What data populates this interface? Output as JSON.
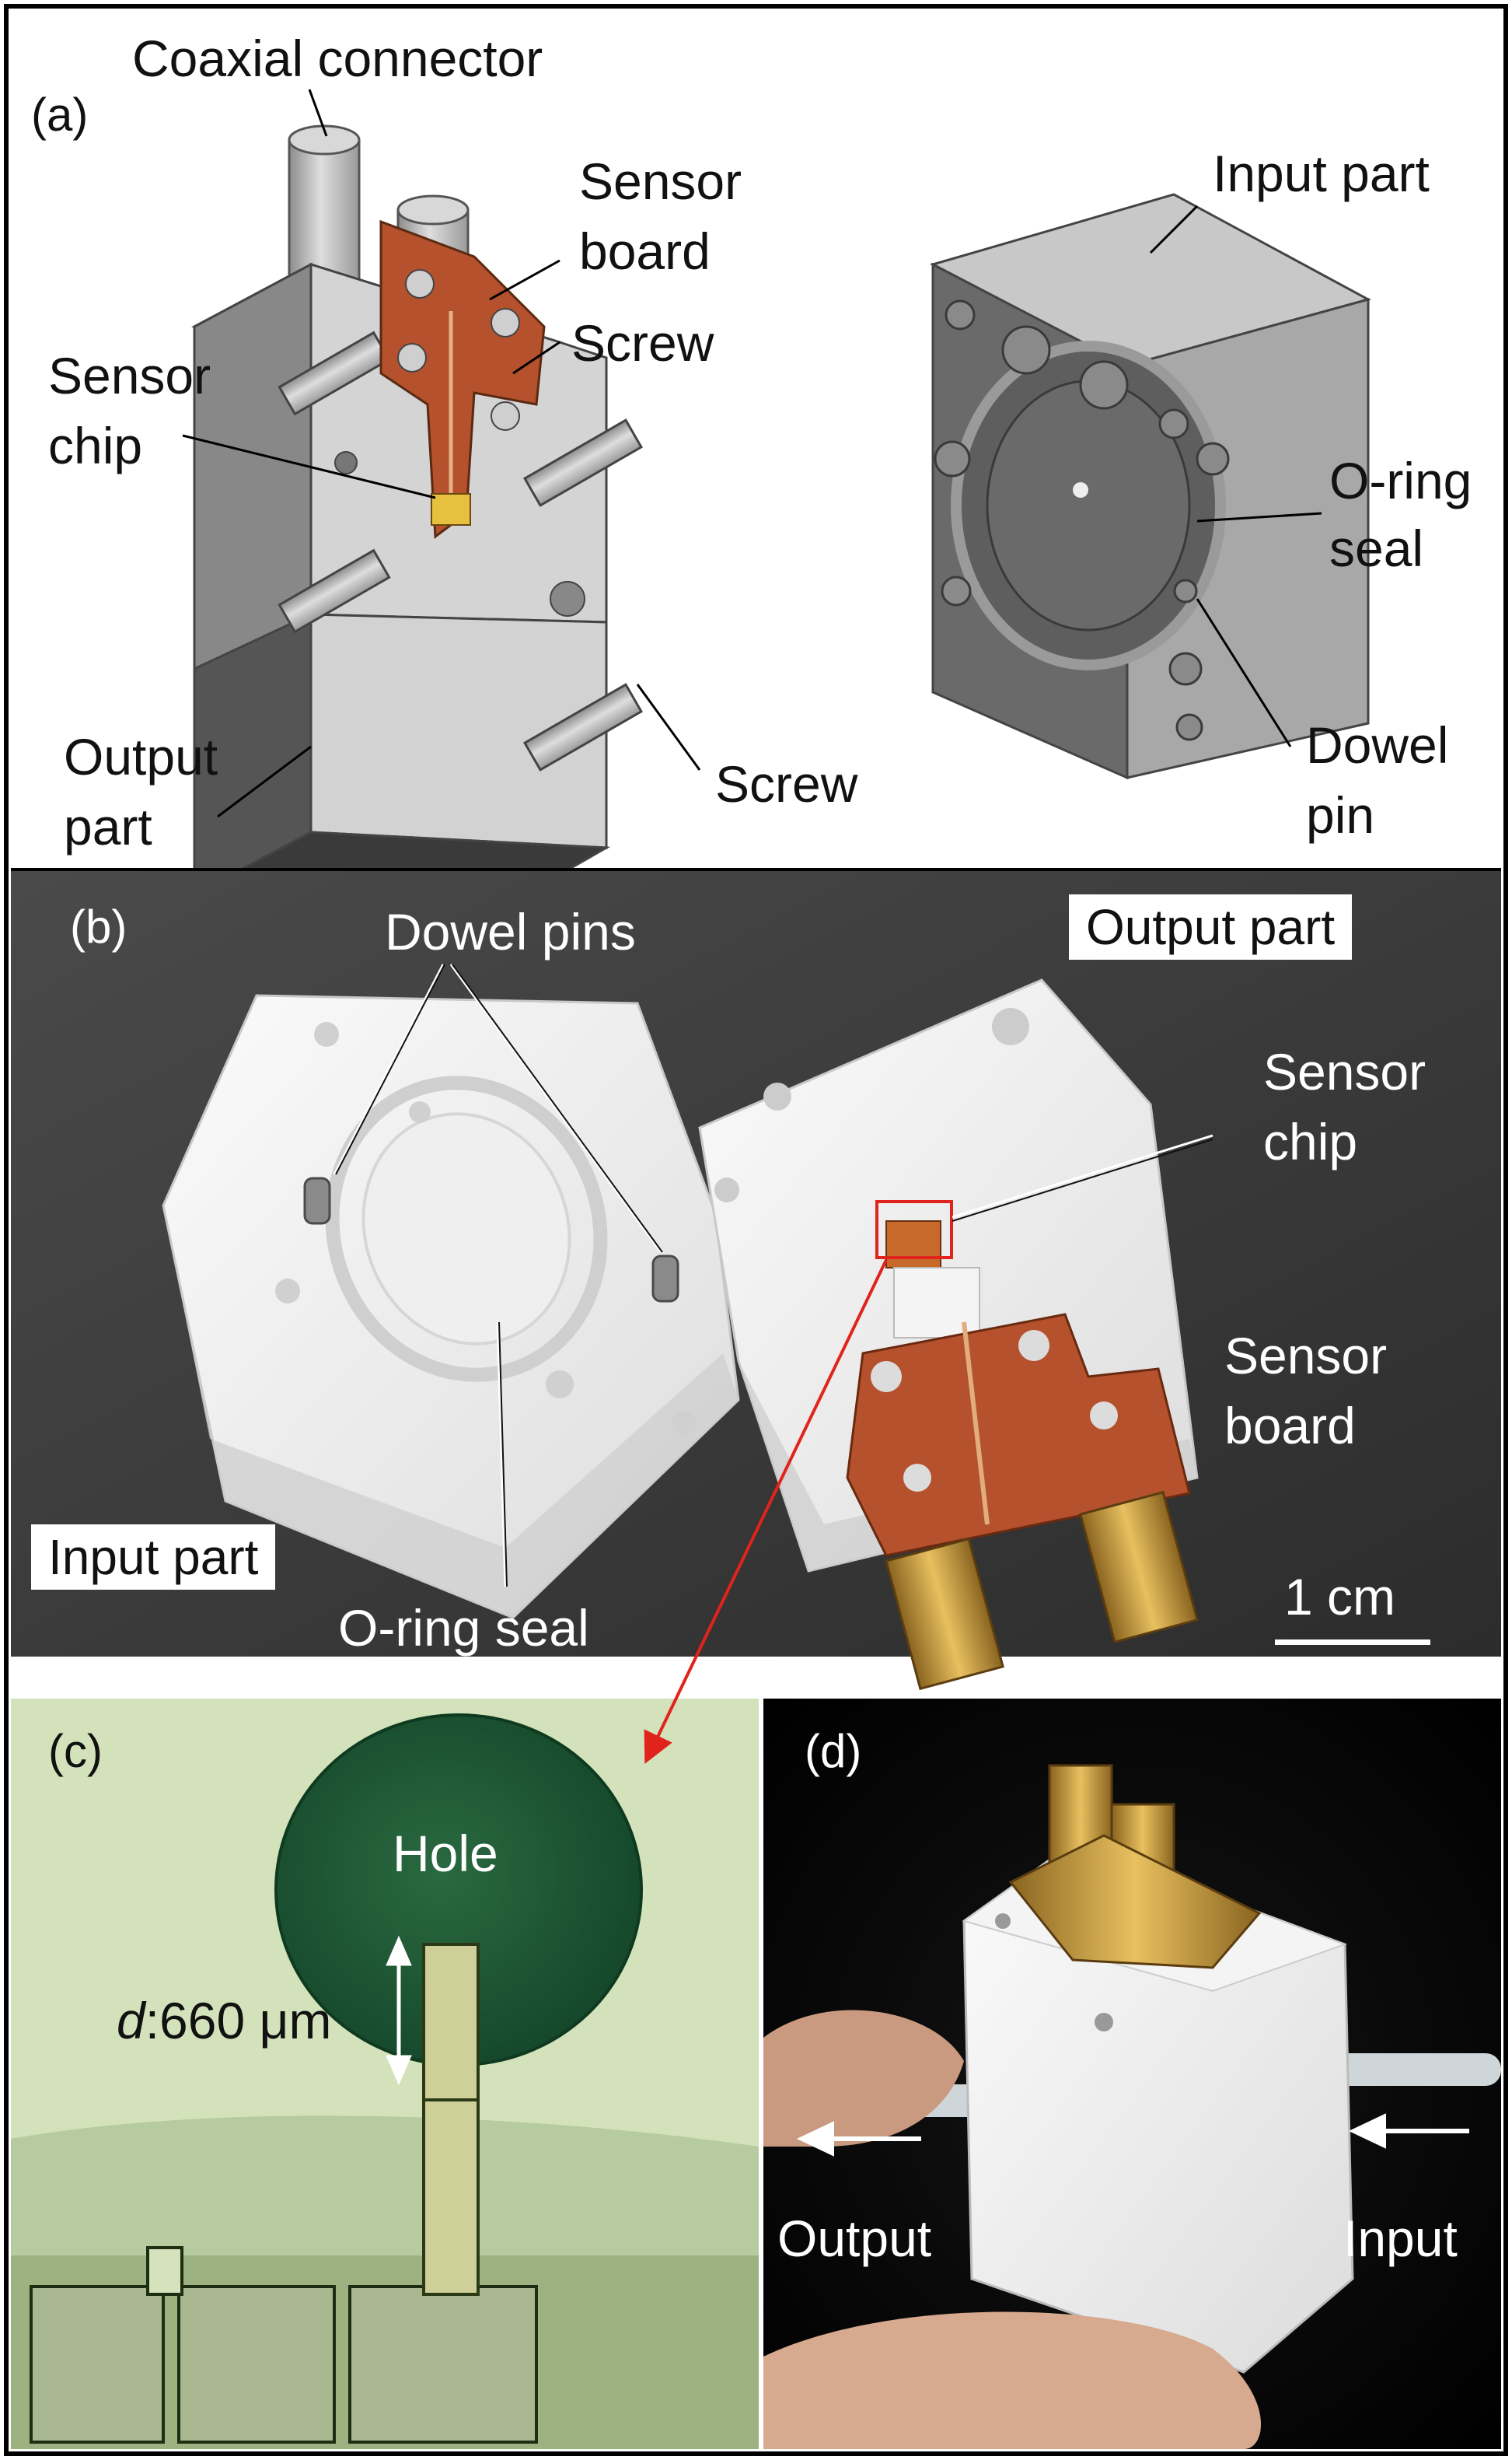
{
  "figure": {
    "panel_a": {
      "tag": "(a)",
      "labels": {
        "coaxial_connector": "Coaxial connector",
        "sensor_board_1": "Sensor",
        "sensor_board_2": "board",
        "screw_top": "Screw",
        "sensor_chip_1": "Sensor",
        "sensor_chip_2": "chip",
        "output_part_1": "Output",
        "output_part_2": "part",
        "screw_bottom": "Screw",
        "input_part": "Input part",
        "oring_1": "O-ring",
        "oring_2": "seal",
        "dowel_1": "Dowel",
        "dowel_2": "pin"
      }
    },
    "panel_b": {
      "tag": "(b)",
      "labels": {
        "dowel_pins": "Dowel pins",
        "output_part": "Output part",
        "sensor_chip_1": "Sensor",
        "sensor_chip_2": "chip",
        "sensor_board_1": "Sensor",
        "sensor_board_2": "board",
        "input_part": "Input part",
        "oring_seal": "O-ring seal",
        "scale": "1 cm"
      }
    },
    "panel_c": {
      "tag": "(c)",
      "labels": {
        "hole": "Hole",
        "diameter_var": "d",
        "diameter_val": ":660 μm"
      }
    },
    "panel_d": {
      "tag": "(d)",
      "labels": {
        "output": "Output",
        "input": "Input"
      }
    },
    "colors": {
      "arrow_red": "#e0241c",
      "photo_bg": "#3a3a3a",
      "micro_bg": "#c9dcae",
      "hole": "#1e5a34",
      "copper": "#b5512c",
      "gold": "#c99a38"
    }
  }
}
